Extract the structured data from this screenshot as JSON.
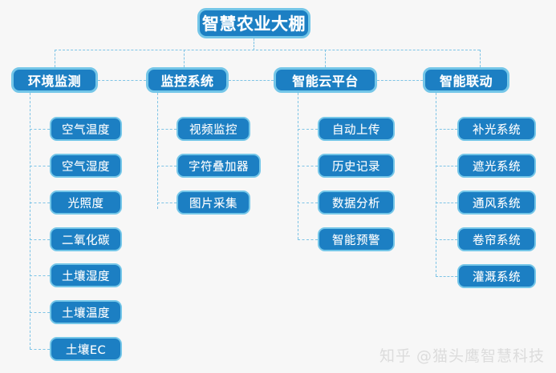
{
  "diagram": {
    "title": "智慧农业大棚",
    "type": "organization-tree",
    "colors": {
      "background": "#f7f7f7",
      "node_fill": "#1c7fc3",
      "node_border": "#74c6e8",
      "node_text": "#ffffff",
      "connector": "#7ec4e6",
      "watermark": "#dcdcdc"
    },
    "root": {
      "label": "智慧农业大棚"
    },
    "branches": [
      {
        "label": "环境监测",
        "children": [
          {
            "label": "空气温度"
          },
          {
            "label": "空气湿度"
          },
          {
            "label": "光照度"
          },
          {
            "label": "二氧化碳"
          },
          {
            "label": "土壤湿度"
          },
          {
            "label": "土壤温度"
          },
          {
            "label": "土壤EC"
          }
        ]
      },
      {
        "label": "监控系统",
        "children": [
          {
            "label": "视频监控"
          },
          {
            "label": "字符叠加器"
          },
          {
            "label": "图片采集"
          }
        ]
      },
      {
        "label": "智能云平台",
        "children": [
          {
            "label": "自动上传"
          },
          {
            "label": "历史记录"
          },
          {
            "label": "数据分析"
          },
          {
            "label": "智能预警"
          }
        ]
      },
      {
        "label": "智能联动",
        "children": [
          {
            "label": "补光系统"
          },
          {
            "label": "遮光系统"
          },
          {
            "label": "通风系统"
          },
          {
            "label": "卷帘系统"
          },
          {
            "label": "灌溉系统"
          }
        ]
      }
    ]
  },
  "watermark": {
    "platform": "知乎",
    "handle": "@猫头鹰智慧科技"
  }
}
